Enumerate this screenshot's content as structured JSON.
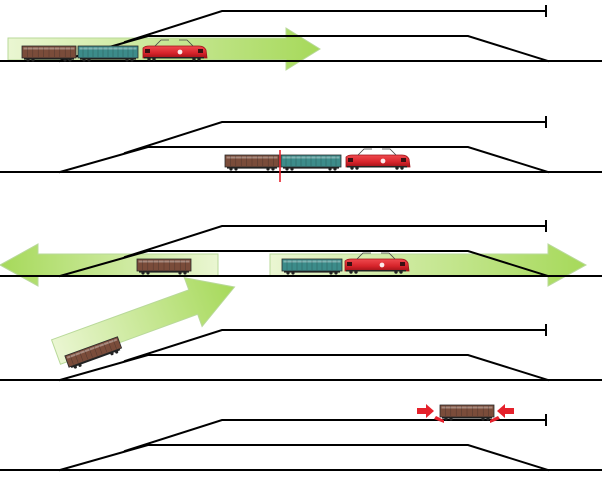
{
  "colors": {
    "track": "#000000",
    "arrow_fill_light": "#eaf6d2",
    "arrow_fill_dark": "#a6d95a",
    "arrow_stroke": "#b9d99a",
    "locomotive": "#d6232a",
    "locomotive_dark": "#9e1218",
    "wagon_brown": "#7a4c3a",
    "wagon_teal": "#3c8c8a",
    "wagon_grey": "#b5b5b5",
    "separator": "#e5212b",
    "push_arrow": "#e5212b"
  },
  "panels": [
    {
      "step": 1,
      "action": "train-moves-right",
      "train": [
        "brown-wagon",
        "teal-wagon",
        "locomotive"
      ]
    },
    {
      "step": 2,
      "action": "wagon-uncoupled",
      "train": [
        "brown-wagon",
        "teal-wagon",
        "locomotive"
      ]
    },
    {
      "step": 3,
      "action": "split-left-and-right",
      "train": [
        "brown-wagon",
        "teal-wagon",
        "locomotive"
      ]
    },
    {
      "step": 4,
      "action": "wagon-to-siding",
      "train": [
        "brown-wagon"
      ]
    },
    {
      "step": 5,
      "action": "wagon-parked-at-buffer",
      "train": [
        "brown-wagon"
      ]
    }
  ],
  "icons": {
    "motion_arrow": "block-arrow-icon",
    "buffer_stop": "buffer-stop-icon",
    "push": "push-arrow-icon"
  }
}
